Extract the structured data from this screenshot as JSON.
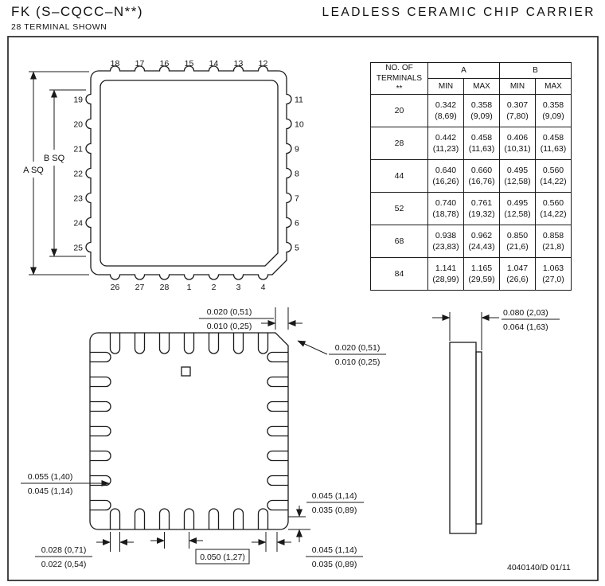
{
  "header": {
    "part_code": "FK (S–CQCC–N**)",
    "variant_note": "28 TERMINAL SHOWN",
    "package_name": "LEADLESS CERAMIC CHIP CARRIER"
  },
  "top_view": {
    "label_a": "A SQ",
    "label_b": "B SQ",
    "terminals_top": [
      "18",
      "17",
      "16",
      "15",
      "14",
      "13",
      "12"
    ],
    "terminals_right": [
      "11",
      "10",
      "9",
      "8",
      "7",
      "6",
      "5"
    ],
    "terminals_bottom": [
      "26",
      "27",
      "28",
      "1",
      "2",
      "3",
      "4"
    ],
    "terminals_left": [
      "19",
      "20",
      "21",
      "22",
      "23",
      "24",
      "25"
    ]
  },
  "table": {
    "col_terminals": "NO. OF\nTERMINALS\n**",
    "col_a": "A",
    "col_b": "B",
    "min": "MIN",
    "max": "MAX",
    "rows": [
      {
        "terminals": "20",
        "a_min": "0.342\n(8,69)",
        "a_max": "0.358\n(9,09)",
        "b_min": "0.307\n(7,80)",
        "b_max": "0.358\n(9,09)"
      },
      {
        "terminals": "28",
        "a_min": "0.442\n(11,23)",
        "a_max": "0.458\n(11,63)",
        "b_min": "0.406\n(10,31)",
        "b_max": "0.458\n(11,63)"
      },
      {
        "terminals": "44",
        "a_min": "0.640\n(16,26)",
        "a_max": "0.660\n(16,76)",
        "b_min": "0.495\n(12,58)",
        "b_max": "0.560\n(14,22)"
      },
      {
        "terminals": "52",
        "a_min": "0.740\n(18,78)",
        "a_max": "0.761\n(19,32)",
        "b_min": "0.495\n(12,58)",
        "b_max": "0.560\n(14,22)"
      },
      {
        "terminals": "68",
        "a_min": "0.938\n(23,83)",
        "a_max": "0.962\n(24,43)",
        "b_min": "0.850\n(21,6)",
        "b_max": "0.858\n(21,8)"
      },
      {
        "terminals": "84",
        "a_min": "1.141\n(28,99)",
        "a_max": "1.165\n(29,59)",
        "b_min": "1.047\n(26,6)",
        "b_max": "1.063\n(27,0)"
      }
    ]
  },
  "bottom_view": {
    "dim_top_offset": {
      "max": "0.020 (0,51)",
      "min": "0.010 (0,25)"
    },
    "dim_corner_offset": {
      "max": "0.020 (0,51)",
      "min": "0.010 (0,25)"
    },
    "dim_terminal_length": {
      "max": "0.055 (1,40)",
      "min": "0.045 (1,14)"
    },
    "dim_terminal_width": {
      "max": "0.028 (0,71)",
      "min": "0.022 (0,54)"
    },
    "dim_pitch": "0.050 (1,27)",
    "dim_edge_gap_vertical": {
      "max": "0.045 (1,14)",
      "min": "0.035 (0,89)"
    },
    "dim_edge_gap_horizontal": {
      "max": "0.045 (1,14)",
      "min": "0.035 (0,89)"
    }
  },
  "side_view": {
    "dim_thickness": {
      "max": "0.080 (2,03)",
      "min": "0.064 (1,63)"
    }
  },
  "footer": {
    "doc_ref": "4040140/D 01/11"
  }
}
